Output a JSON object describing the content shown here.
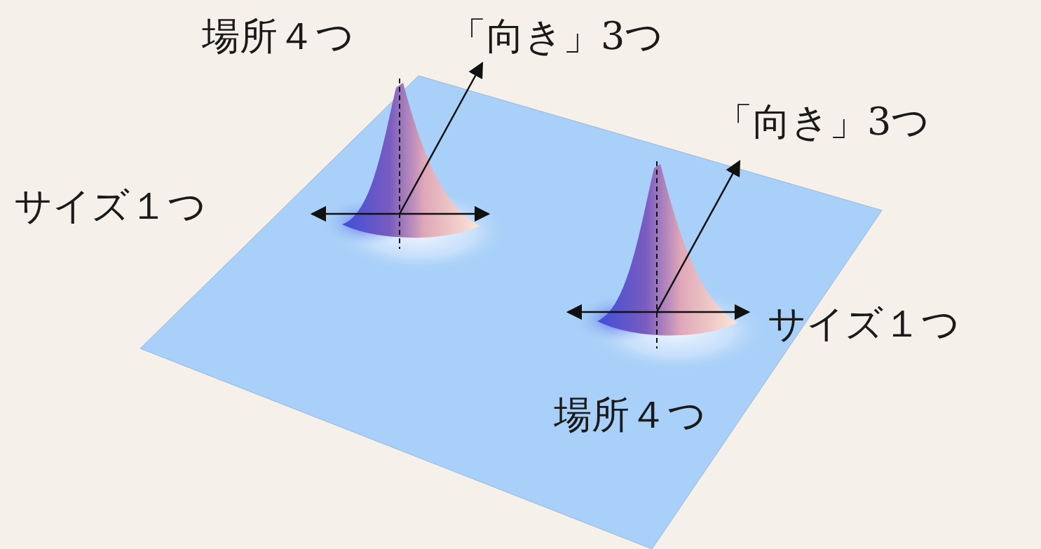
{
  "diagram": {
    "labels": [
      "場所４つ",
      "「向き」3つ",
      "「向き」3つ",
      "サイズ１つ",
      "サイズ１つ",
      "場所４つ"
    ]
  }
}
